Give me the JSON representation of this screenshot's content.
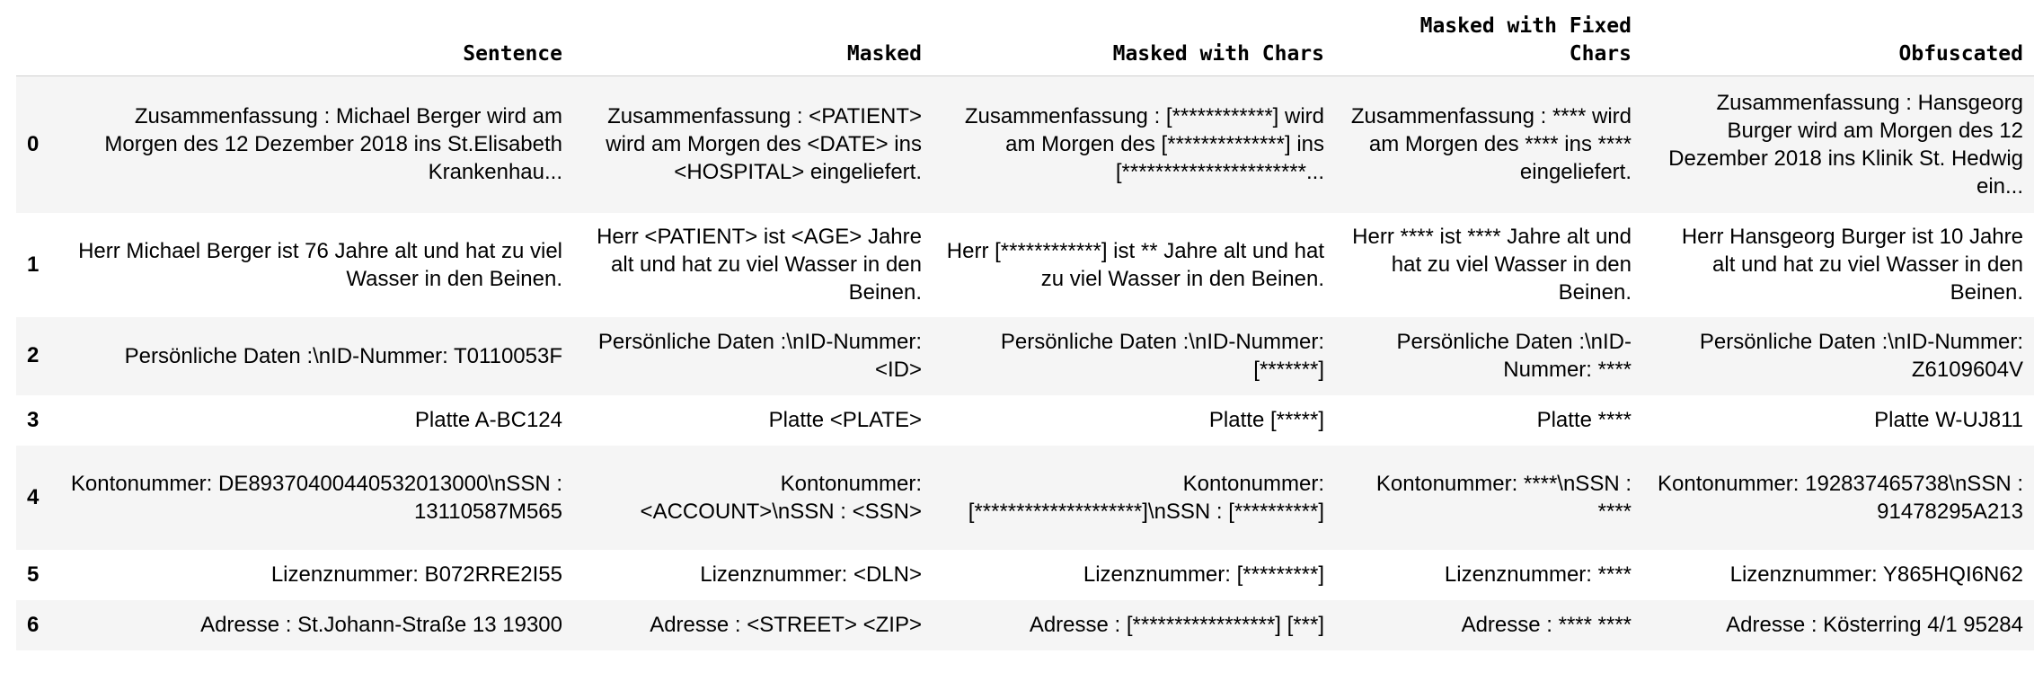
{
  "columns": {
    "sentence": "Sentence",
    "masked": "Masked",
    "masked_with_chars": "Masked with Chars",
    "masked_with_fixed_chars": "Masked with Fixed Chars",
    "obfuscated": "Obfuscated"
  },
  "rows": [
    {
      "index": "0",
      "sentence": "Zusammenfassung : Michael Berger wird am Morgen des 12 Dezember 2018 ins St.Elisabeth Krankenhau...",
      "masked": "Zusammenfassung : <PATIENT> wird am Morgen des <DATE> ins <HOSPITAL> eingeliefert.",
      "masked_with_chars": "Zusammenfassung : [************] wird am Morgen des [**************] ins [**********************...",
      "masked_with_fixed_chars": "Zusammenfassung : **** wird am Morgen des **** ins **** eingeliefert.",
      "obfuscated": "Zusammenfassung : Hansgeorg Burger wird am Morgen des 12 Dezember 2018 ins Klinik St. Hedwig ein..."
    },
    {
      "index": "1",
      "sentence": "Herr Michael Berger ist 76 Jahre alt und hat zu viel Wasser in den Beinen.",
      "masked": "Herr <PATIENT> ist <AGE> Jahre alt und hat zu viel Wasser in den Beinen.",
      "masked_with_chars": "Herr [************] ist ** Jahre alt und hat zu viel Wasser in den Beinen.",
      "masked_with_fixed_chars": "Herr **** ist **** Jahre alt und hat zu viel Wasser in den Beinen.",
      "obfuscated": "Herr Hansgeorg Burger ist 10 Jahre alt und hat zu viel Wasser in den Beinen."
    },
    {
      "index": "2",
      "sentence": "Persönliche Daten :\\nID-Nummer: T0110053F",
      "masked": "Persönliche Daten :\\nID-Nummer: <ID>",
      "masked_with_chars": "Persönliche Daten :\\nID-Nummer: [*******]",
      "masked_with_fixed_chars": "Persönliche Daten :\\nID-Nummer: ****",
      "obfuscated": "Persönliche Daten :\\nID-Nummer: Z6109604V"
    },
    {
      "index": "3",
      "sentence": "Platte A-BC124",
      "masked": "Platte <PLATE>",
      "masked_with_chars": "Platte [*****]",
      "masked_with_fixed_chars": "Platte ****",
      "obfuscated": "Platte W-UJ811"
    },
    {
      "index": "4",
      "sentence": "Kontonummer: DE89370400440532013000\\nSSN : 13110587M565",
      "masked": "Kontonummer: <ACCOUNT>\\nSSN : <SSN>",
      "masked_with_chars": "Kontonummer: [********************]\\nSSN : [**********]",
      "masked_with_fixed_chars": "Kontonummer: ****\\nSSN : ****",
      "obfuscated": "Kontonummer: 192837465738\\nSSN : 91478295A213"
    },
    {
      "index": "5",
      "sentence": "Lizenznummer: B072RRE2I55",
      "masked": "Lizenznummer: <DLN>",
      "masked_with_chars": "Lizenznummer: [*********]",
      "masked_with_fixed_chars": "Lizenznummer: ****",
      "obfuscated": "Lizenznummer: Y865HQI6N62"
    },
    {
      "index": "6",
      "sentence": "Adresse : St.Johann-Straße 13 19300",
      "masked": "Adresse : <STREET> <ZIP>",
      "masked_with_chars": "Adresse : [*****************] [***]",
      "masked_with_fixed_chars": "Adresse : **** ****",
      "obfuscated": "Adresse : Kösterring 4/1 95284"
    }
  ]
}
